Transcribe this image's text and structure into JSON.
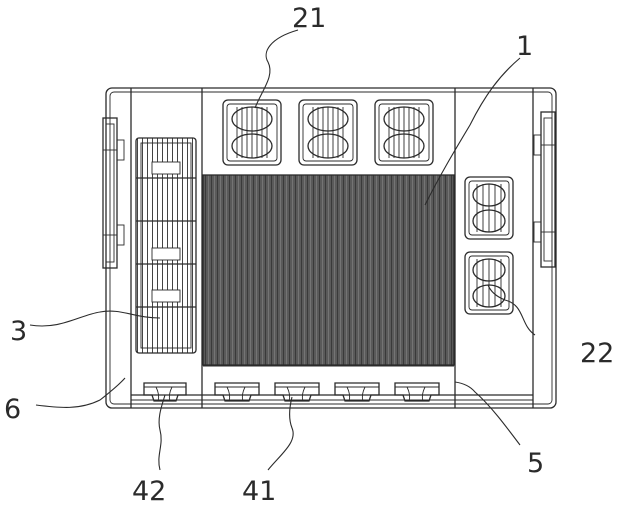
{
  "labels": {
    "main_panel": "1",
    "top_fans": "21",
    "side_fans": "22",
    "left_grille": "3",
    "left_strip": "6",
    "right_strip": "5",
    "bottom_fans": "41",
    "bottom_left_fan": "42"
  }
}
